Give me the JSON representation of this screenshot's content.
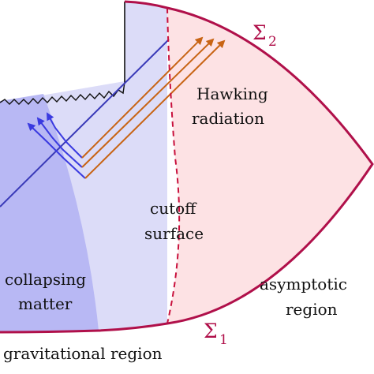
{
  "labels": {
    "hawking_line1": "Hawking",
    "hawking_line2": "radiation",
    "cutoff_line1": "cutoff",
    "cutoff_line2": "surface",
    "collapsing_line1": "collapsing",
    "collapsing_line2": "matter",
    "asymptotic_line1": "asymptotic",
    "asymptotic_line2": "region",
    "gravitational": "gravitational region",
    "sigma_symbol": "Σ",
    "sigma2_sub": "2",
    "sigma1_sub": "1"
  },
  "colors": {
    "gravitational_region": "#dcdcf8",
    "collapsing_matter": "#b8b8f4",
    "asymptotic_region": "#fde2e4",
    "boundary": "#b0104a",
    "cutoff_surface": "#c8103c",
    "infalling_ray": "#3a3ab8",
    "hawking_rays": "#c86414",
    "reflected_rays": "#3a3ae0",
    "singularity": "#111111"
  }
}
